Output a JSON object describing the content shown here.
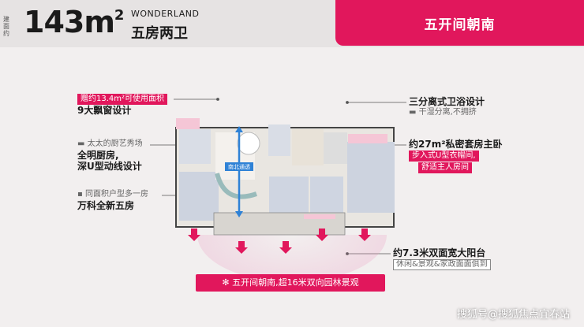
{
  "header": {
    "prefix": "建面约",
    "area": "143m",
    "area_sup": "2",
    "brand": "WONDERLAND",
    "rooms": "五房两卫"
  },
  "banner": {
    "title": "五开间朝南"
  },
  "callouts": {
    "usable": {
      "tag": "赠约13.4m²可使用面积",
      "line": "9大飘窗设计"
    },
    "kitchen": {
      "note": "太太的厨艺秀场",
      "line1": "全明厨房,",
      "line2": "深U型动线设计"
    },
    "rooms": {
      "note": "同面积户型多一房",
      "line": "万科全新五房"
    },
    "bath": {
      "title": "三分离式卫浴设计",
      "note": "干湿分离,不拥挤"
    },
    "master": {
      "title": "约27m²私密套房主卧",
      "tag1": "步入式U型衣帽间,",
      "tag2": "舒适主人房间"
    },
    "balcony": {
      "title": "约7.3米双面宽大阳台",
      "note": "休闲&景观&家政面面俱到"
    }
  },
  "plan": {
    "corridor_label": "南北通透"
  },
  "footer": {
    "text": "五开间朝南,超16米双向园林景观"
  },
  "watermark": "搜狐号@搜狐焦点宜春站",
  "colors": {
    "accent": "#e1175c",
    "bg": "#f2efef"
  }
}
